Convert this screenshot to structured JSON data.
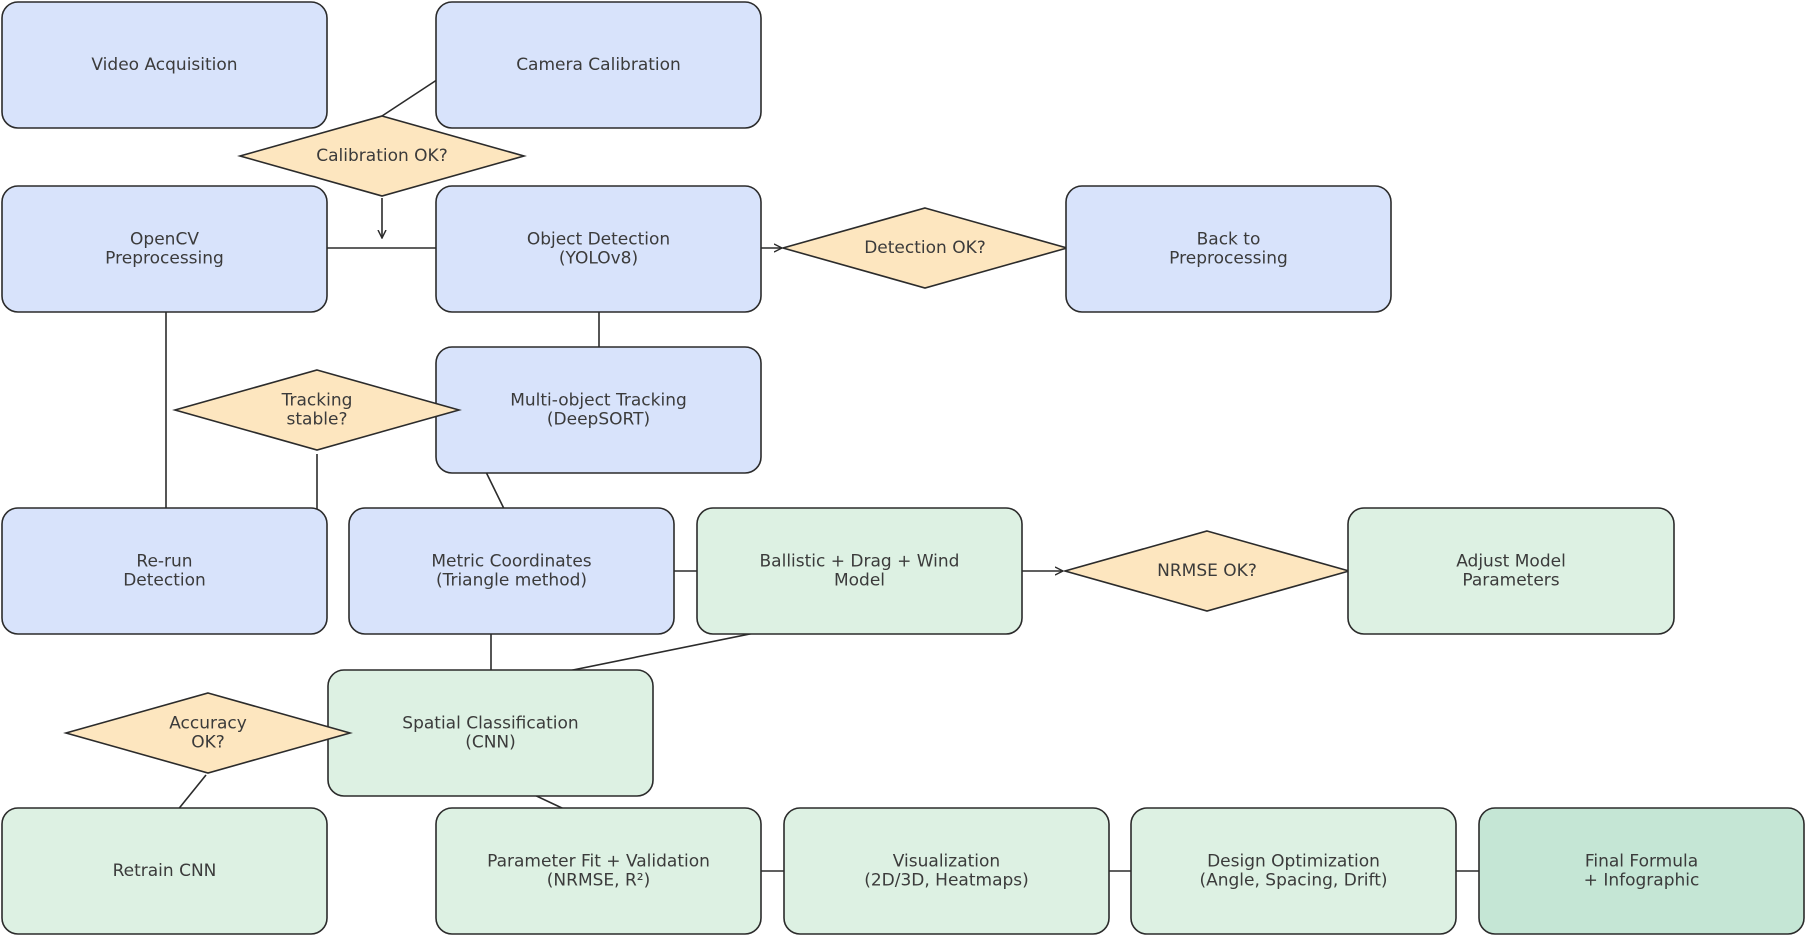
{
  "colors": {
    "blue_fill": "#d8e3fb",
    "green_fill": "#ddf1e3",
    "final_fill": "#c5e6d5",
    "diamond_fill": "#fde6bf",
    "stroke": "#2b2b2b",
    "text": "#3b3b3b"
  },
  "nodes": {
    "video_acquisition": {
      "kind": "process",
      "fill": "blue",
      "lines": [
        "Video Acquisition"
      ]
    },
    "camera_calibration": {
      "kind": "process",
      "fill": "blue",
      "lines": [
        "Camera Calibration"
      ]
    },
    "calibration_ok": {
      "kind": "decision",
      "lines": [
        "Calibration OK?"
      ]
    },
    "opencv_preprocessing": {
      "kind": "process",
      "fill": "blue",
      "lines": [
        "OpenCV",
        "Preprocessing"
      ]
    },
    "object_detection": {
      "kind": "process",
      "fill": "blue",
      "lines": [
        "Object Detection",
        "(YOLOv8)"
      ]
    },
    "detection_ok": {
      "kind": "decision",
      "lines": [
        "Detection OK?"
      ]
    },
    "back_to_preprocessing": {
      "kind": "process",
      "fill": "blue",
      "lines": [
        "Back to",
        "Preprocessing"
      ]
    },
    "multi_object_tracking": {
      "kind": "process",
      "fill": "blue",
      "lines": [
        "Multi-object Tracking",
        "(DeepSORT)"
      ]
    },
    "tracking_stable": {
      "kind": "decision",
      "lines": [
        "Tracking",
        "stable?"
      ]
    },
    "rerun_detection": {
      "kind": "process",
      "fill": "blue",
      "lines": [
        "Re-run",
        "Detection"
      ]
    },
    "metric_coordinates": {
      "kind": "process",
      "fill": "blue",
      "lines": [
        "Metric Coordinates",
        "(Triangle method)"
      ]
    },
    "ballistic_model": {
      "kind": "process",
      "fill": "green",
      "lines": [
        "Ballistic + Drag + Wind",
        "Model"
      ]
    },
    "nrmse_ok": {
      "kind": "decision",
      "lines": [
        "NRMSE OK?"
      ]
    },
    "adjust_model": {
      "kind": "process",
      "fill": "green",
      "lines": [
        "Adjust Model",
        "Parameters"
      ]
    },
    "spatial_classification": {
      "kind": "process",
      "fill": "green",
      "lines": [
        "Spatial Classification",
        "(CNN)"
      ]
    },
    "accuracy_ok": {
      "kind": "decision",
      "lines": [
        "Accuracy",
        "OK?"
      ]
    },
    "retrain_cnn": {
      "kind": "process",
      "fill": "green",
      "lines": [
        "Retrain CNN"
      ]
    },
    "parameter_fit": {
      "kind": "process",
      "fill": "green",
      "lines": [
        "Parameter Fit + Validation",
        "(NRMSE, R²)"
      ]
    },
    "visualization": {
      "kind": "process",
      "fill": "green",
      "lines": [
        "Visualization",
        "(2D/3D, Heatmaps)"
      ]
    },
    "design_optimization": {
      "kind": "process",
      "fill": "green",
      "lines": [
        "Design Optimization",
        "(Angle, Spacing, Drift)"
      ]
    },
    "final_formula": {
      "kind": "process",
      "fill": "final",
      "lines": [
        "Final Formula",
        "+ Infographic"
      ]
    }
  },
  "edges": [
    {
      "from": "camera_calibration",
      "to": "video_acquisition"
    },
    {
      "from": "calibration_ok",
      "to": "camera_calibration"
    },
    {
      "from": "calibration_ok",
      "to": "object_detection"
    },
    {
      "from": "opencv_preprocessing",
      "to": "object_detection"
    },
    {
      "from": "object_detection",
      "to": "detection_ok"
    },
    {
      "from": "detection_ok",
      "to": "back_to_preprocessing"
    },
    {
      "from": "object_detection",
      "to": "multi_object_tracking"
    },
    {
      "from": "tracking_stable",
      "to": "metric_coordinates"
    },
    {
      "from": "tracking_stable",
      "to": "rerun_detection"
    },
    {
      "from": "rerun_detection",
      "to": "opencv_preprocessing"
    },
    {
      "from": "metric_coordinates",
      "to": "ballistic_model"
    },
    {
      "from": "ballistic_model",
      "to": "nrmse_ok"
    },
    {
      "from": "nrmse_ok",
      "to": "adjust_model"
    },
    {
      "from": "ballistic_model",
      "to": "spatial_classification"
    },
    {
      "from": "spatial_classification",
      "to": "metric_coordinates"
    },
    {
      "from": "accuracy_ok",
      "to": "retrain_cnn"
    },
    {
      "from": "spatial_classification",
      "to": "parameter_fit"
    },
    {
      "from": "parameter_fit",
      "to": "visualization"
    },
    {
      "from": "visualization",
      "to": "design_optimization"
    },
    {
      "from": "design_optimization",
      "to": "final_formula"
    }
  ]
}
